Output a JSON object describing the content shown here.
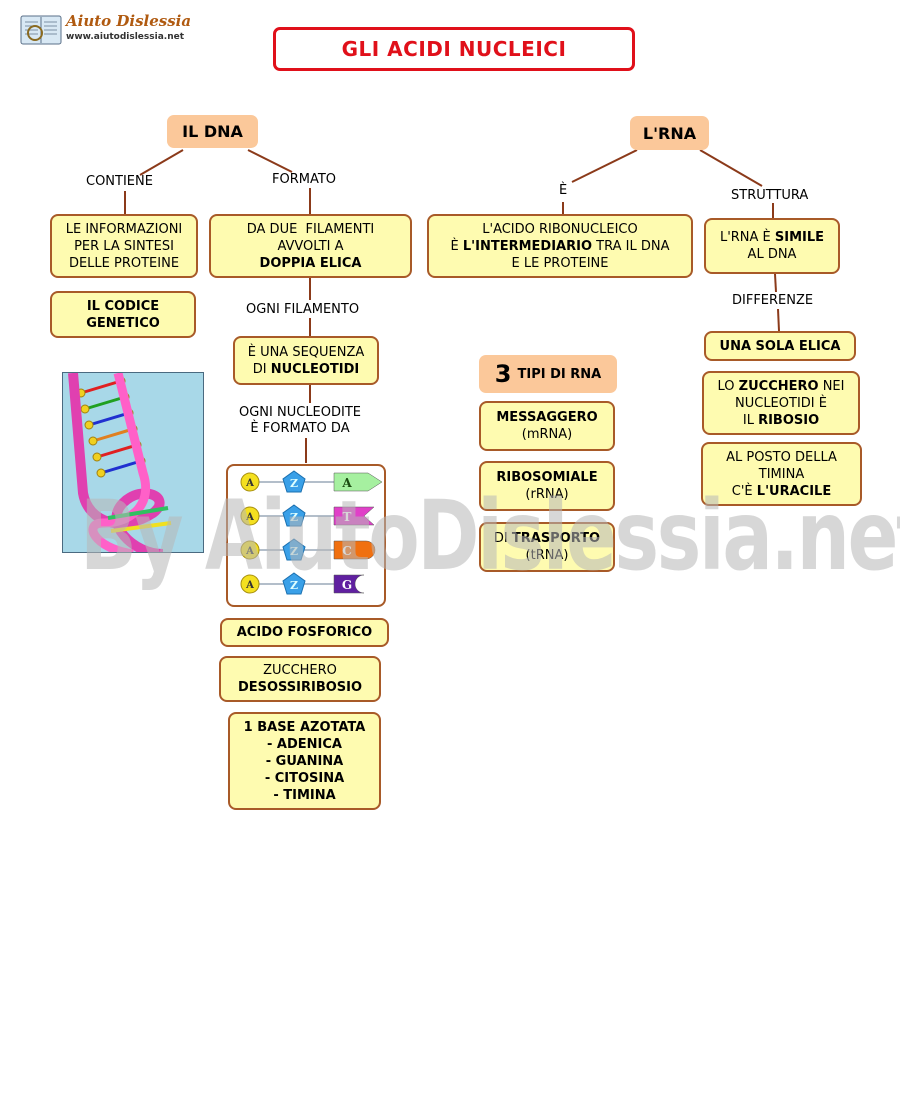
{
  "logo": {
    "name": "Aiuto Dislessia",
    "url": "www.aiutodislessia.net"
  },
  "title": "GLI ACIDI NUCLEICI",
  "dna": {
    "heading": "IL DNA",
    "link_contiene": "CONTIENE",
    "link_formato": "FORMATO",
    "info_box": [
      "LE INFORMAZIONI",
      "PER LA SINTESI",
      "DELLE PROTEINE"
    ],
    "codice_box": [
      "IL CODICE",
      "GENETICO"
    ],
    "filamenti_box": [
      "DA DUE  FILAMENTI",
      "AVVOLTI A",
      "DOPPIA ELICA"
    ],
    "link_ogni_filamento": "OGNI FILAMENTO",
    "sequenza_box": [
      "È UNA SEQUENZA",
      "DI NUCLEOTIDI"
    ],
    "sequenza_box_plain": "DI ",
    "sequenza_box_bold": "NUCLEOTIDI",
    "link_nucleotide": [
      "OGNI NUCLEODITE",
      "È FORMATO DA"
    ],
    "nucleotide_diagram": {
      "phosphate_letter": "A",
      "sugar_letter": "Z",
      "bases": [
        "A",
        "T",
        "C",
        "G"
      ],
      "base_colors": [
        "#a6f0a0",
        "#e040c8",
        "#f07010",
        "#6020a0"
      ]
    },
    "acido_box": "ACIDO FOSFORICO",
    "zucchero_box": [
      "ZUCCHERO",
      "DESOSSIRIBOSIO"
    ],
    "base_box": [
      "1 BASE AZOTATA",
      "- ADENICA",
      "- GUANINA",
      "- CITOSINA",
      "- TIMINA"
    ]
  },
  "rna": {
    "heading": "L'RNA",
    "link_e": "È",
    "link_struttura": "STRUTTURA",
    "ribo_box": {
      "line1": "L'ACIDO RIBONUCLEICO",
      "line2_a": "È ",
      "line2_b": "L'INTERMEDIARIO",
      "line2_c": " TRA IL DNA",
      "line3": "E LE PROTEINE"
    },
    "simile_box": {
      "line1_a": "L'RNA È ",
      "line1_b": "SIMILE",
      "line2": "AL DNA"
    },
    "link_differenze": "DIFFERENZE",
    "elica_box": "UNA SOLA ELICA",
    "zucchero_box": {
      "line1_a": "LO ",
      "line1_b": "ZUCCHERO",
      "line1_c": " NEI",
      "line2": "NUCLEOTIDI È",
      "line3_a": "IL ",
      "line3_b": "RIBOSIO"
    },
    "timina_box": {
      "line1": "AL POSTO DELLA",
      "line2": "TIMINA",
      "line3_a": "C'È ",
      "line3_b": "L'URACILE"
    },
    "tipi_heading": {
      "number": "3",
      "text": "TIPI DI RNA"
    },
    "messaggero_box": [
      "MESSAGGERO",
      "(mRNA)"
    ],
    "ribosomiale_box": [
      "RIBOSOMIALE",
      "(rRNA)"
    ],
    "trasporto_box": {
      "line1_a": "DI ",
      "line1_b": "TRASPORTO",
      "line2": "(tRNA)"
    }
  },
  "watermark": "By AiutoDislessia.net",
  "colors": {
    "box_fill": "#fefbb0",
    "box_border": "#a85a28",
    "heading_fill": "#fbc89a",
    "title_border": "#e0101a",
    "connector": "#8b3a1a"
  }
}
